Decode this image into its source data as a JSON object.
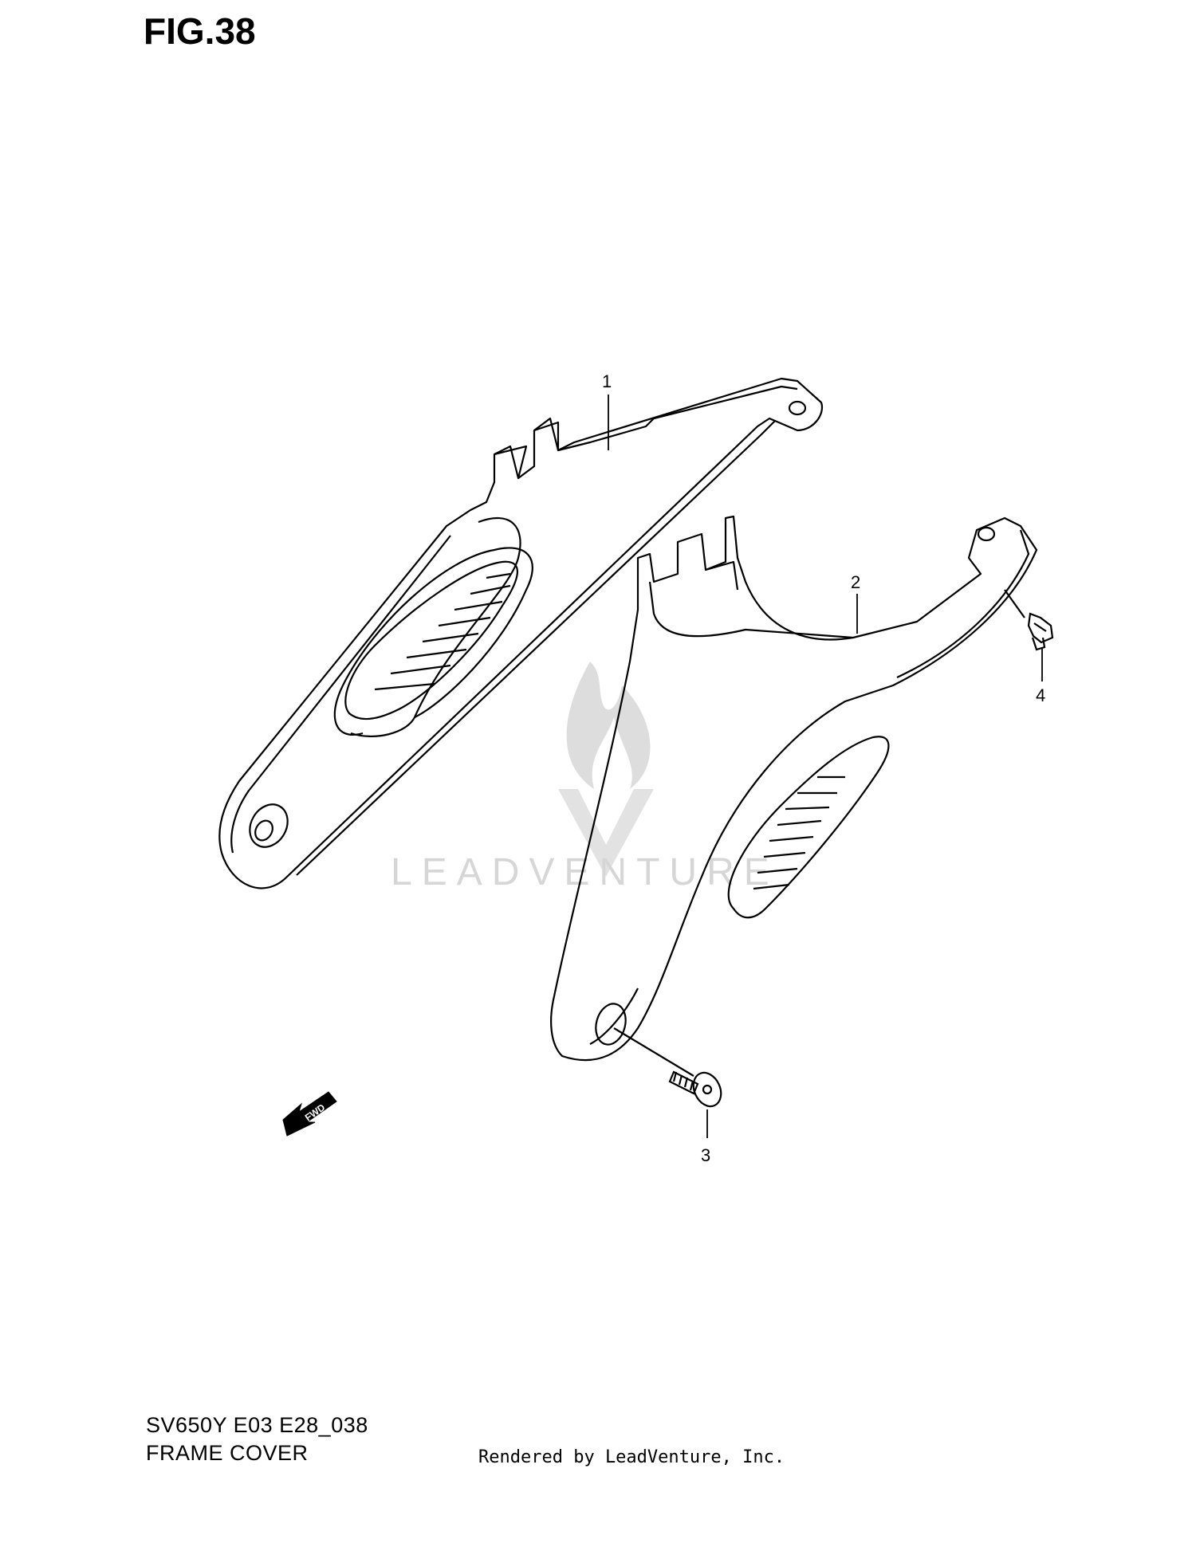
{
  "figure": {
    "title": "FIG.38",
    "code": "SV650Y E03 E28_038",
    "name": "FRAME COVER"
  },
  "callouts": [
    {
      "id": "1",
      "label": "1"
    },
    {
      "id": "2",
      "label": "2"
    },
    {
      "id": "3",
      "label": "3"
    },
    {
      "id": "4",
      "label": "4"
    }
  ],
  "direction_marker": {
    "label": "FWD"
  },
  "watermark": {
    "text": "LEADVENTURE"
  },
  "footer": {
    "credit": "Rendered by LeadVenture, Inc."
  },
  "colors": {
    "line": "#000000",
    "watermark": "#d6d6d6",
    "background": "#ffffff"
  }
}
